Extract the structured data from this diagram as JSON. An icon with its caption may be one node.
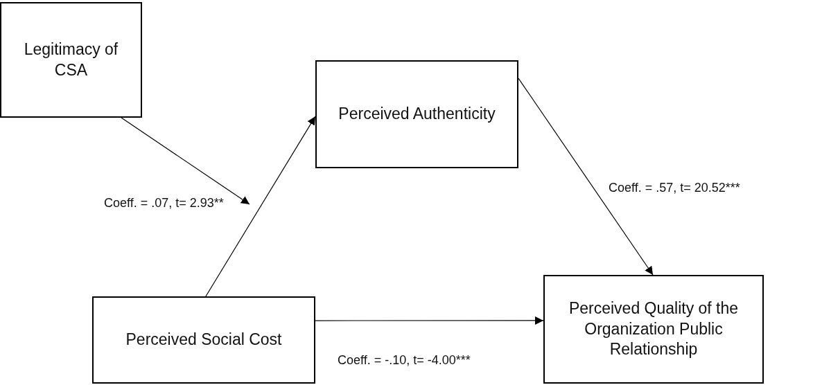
{
  "diagram": {
    "nodes": [
      {
        "text": [
          "Legitimacy of CSA"
        ]
      },
      {
        "text": [
          "Perceived Authenticity"
        ]
      },
      {
        "text": [
          "Perceived Social Cost"
        ]
      },
      {
        "text": [
          "Perceived Quality of the Organization Public Relationship"
        ]
      }
    ],
    "edges": [
      {
        "from": 2,
        "to": 1,
        "arrow": "to"
      },
      {
        "from": 0,
        "to": null,
        "arrow": "to",
        "label": "Coeff. = .07, t= 2.93**"
      },
      {
        "from": 1,
        "to": 3,
        "arrow": "to",
        "label": "Coeff. = .57, t= 20.52***"
      },
      {
        "from": 2,
        "to": 3,
        "arrow": "to",
        "label": "Coeff. = -.10, t= -4.00***"
      }
    ]
  }
}
